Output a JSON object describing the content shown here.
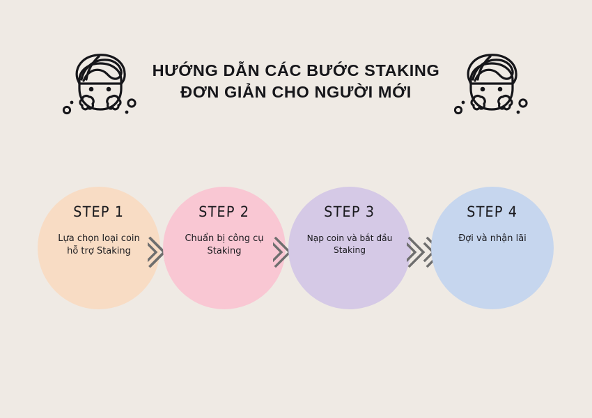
{
  "page": {
    "background_color": "#EFEAE4",
    "text_color": "#1A1A1E"
  },
  "header": {
    "title_line1": "HƯỚNG DẪN CÁC BƯỚC STAKING",
    "title_line2": "ĐƠN GIẢN CHO NGƯỜI MỚI",
    "left_icon": "face-with-towel-icon",
    "right_icon": "face-with-towel-icon"
  },
  "steps": [
    {
      "label": "STEP 1",
      "description": "Lựa chọn loại coin\nhỗ trợ Staking",
      "color": "#F8DCC4"
    },
    {
      "label": "STEP 2",
      "description": "Chuẩn bị công cụ\nStaking",
      "color": "#F9C7D3"
    },
    {
      "label": "STEP 3",
      "description": "Nạp coin và bắt đầu\nStaking",
      "color": "#D5C9E6"
    },
    {
      "label": "STEP 4",
      "description": "Đợi và nhận lãi",
      "color": "#C6D6EE"
    }
  ],
  "connectors": {
    "icon": "double-chevron-right-icon",
    "stroke_color": "#6E6E6E",
    "count": 3
  }
}
